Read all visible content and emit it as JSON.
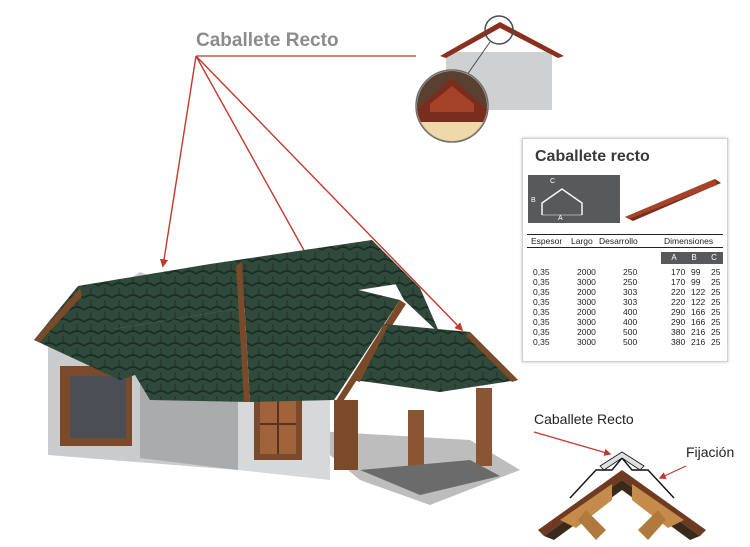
{
  "labels": {
    "main_title": "Caballete Recto",
    "detail_title": "Caballete Recto",
    "fijacion": "Fijación"
  },
  "spec_card": {
    "title": "Caballete recto",
    "profile_labels": {
      "a": "A",
      "b": "B",
      "c": "C"
    },
    "headers": {
      "espesor": "Espesor",
      "largo": "Largo",
      "desarrollo": "Desarrollo",
      "dimensiones": "Dimensiones"
    },
    "sub_headers": [
      "A",
      "B",
      "C"
    ],
    "rows": [
      [
        "0,35",
        "2000",
        "250",
        "170",
        "99",
        "25"
      ],
      [
        "0,35",
        "3000",
        "250",
        "170",
        "99",
        "25"
      ],
      [
        "0,35",
        "2000",
        "303",
        "220",
        "122",
        "25"
      ],
      [
        "0,35",
        "3000",
        "303",
        "220",
        "122",
        "25"
      ],
      [
        "0,35",
        "2000",
        "400",
        "290",
        "166",
        "25"
      ],
      [
        "0,35",
        "3000",
        "400",
        "290",
        "166",
        "25"
      ],
      [
        "0,35",
        "2000",
        "500",
        "380",
        "216",
        "25"
      ],
      [
        "0,35",
        "3000",
        "500",
        "380",
        "216",
        "25"
      ]
    ]
  },
  "colors": {
    "roof_green": "#2f4a3a",
    "wood_brown": "#7a4a2a",
    "ridge_red": "#8b2f1f",
    "arrow_red": "#c0392b",
    "wall_gray": "#c9cbcc"
  }
}
